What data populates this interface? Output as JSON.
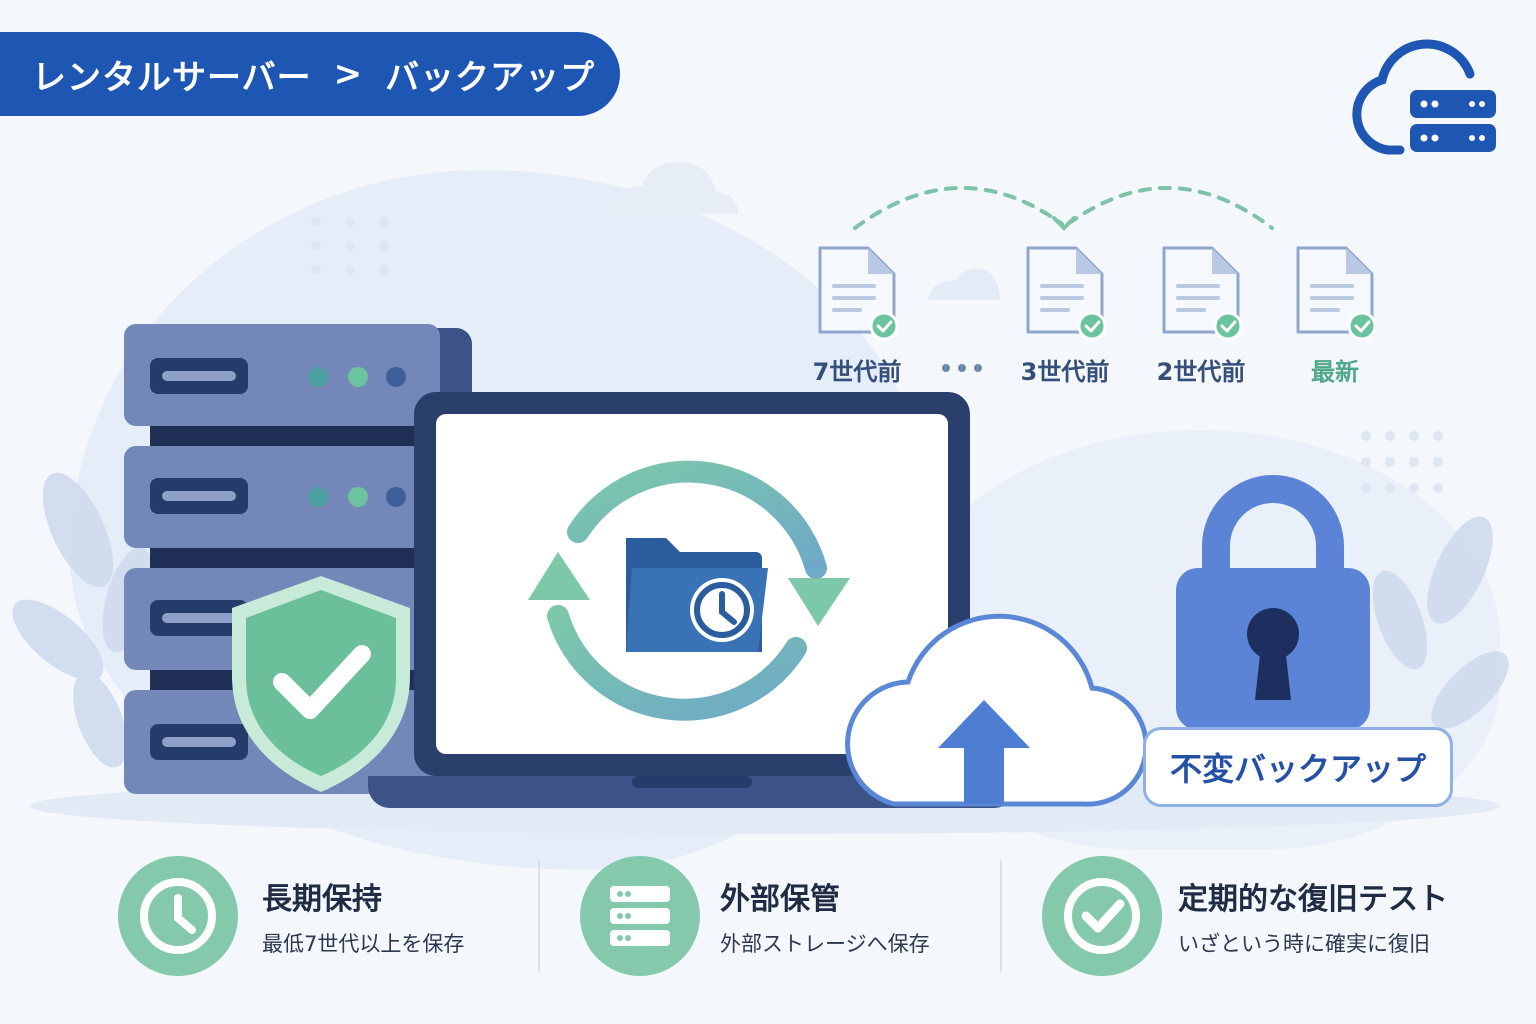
{
  "breadcrumb": {
    "parent": "レンタルサーバー",
    "separator": ">",
    "current": "バックアップ"
  },
  "generations": [
    {
      "label": "7世代前",
      "status": "checked"
    },
    {
      "label": "3世代前",
      "status": "checked"
    },
    {
      "label": "2世代前",
      "status": "checked"
    },
    {
      "label": "最新",
      "status": "checked"
    }
  ],
  "immutable_badge": "不変バックアップ",
  "features": [
    {
      "title": "長期保持",
      "desc": "最低7世代以上を保存",
      "icon": "clock-icon"
    },
    {
      "title": "外部保管",
      "desc": "外部ストレージへ保存",
      "icon": "server-stack-icon"
    },
    {
      "title": "定期的な復旧テスト",
      "desc": "いざという時に確実に復旧",
      "icon": "check-circle-icon"
    }
  ],
  "colors": {
    "brand_blue": "#1e56b4",
    "accent_green": "#84c9ac",
    "latest_green": "#4fa88a",
    "lock_blue": "#5b84d6"
  }
}
